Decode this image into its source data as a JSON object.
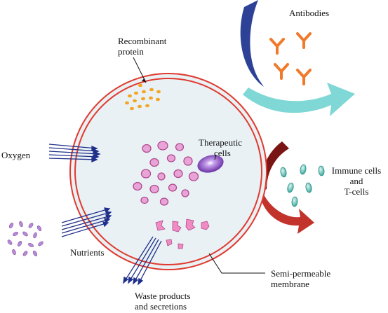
{
  "labels": {
    "recombinant_protein_line1": "Recombinant",
    "recombinant_protein_line2": "protein",
    "antibodies": "Antibodies",
    "therapeutic_cells_line1": "Therapeutic",
    "therapeutic_cells_line2": "cells",
    "oxygen": "Oxygen",
    "immune_cells_line1": "Immune cells",
    "immune_cells_line2": "and",
    "immune_cells_line3": "T-cells",
    "nutrients": "Nutrients",
    "waste_line1": "Waste products",
    "waste_line2": "and secretions",
    "membrane_line1": "Semi-permeable",
    "membrane_line2": "membrane"
  },
  "colors": {
    "membrane_ring": "#e03a2e",
    "capsule_fill": "#e9f1f5",
    "protein_dots": "#f2a623",
    "pink_cells_fill": "#e8a4d6",
    "pink_cells_stroke": "#b14a8e",
    "waste_particles": "#f08cc2",
    "therapeutic_cell": "#6a2ba6",
    "antibody": "#f07a2a",
    "immune_cell": "#2fa49a",
    "flow_arrow": "#1f2f8a",
    "nutrient_particles": "#b98ad6",
    "big_arrow_blue": "#2d4296",
    "big_arrow_cyan": "#7fd8d6",
    "big_arrow_darkred": "#7a1515",
    "big_arrow_red": "#c2332b"
  }
}
